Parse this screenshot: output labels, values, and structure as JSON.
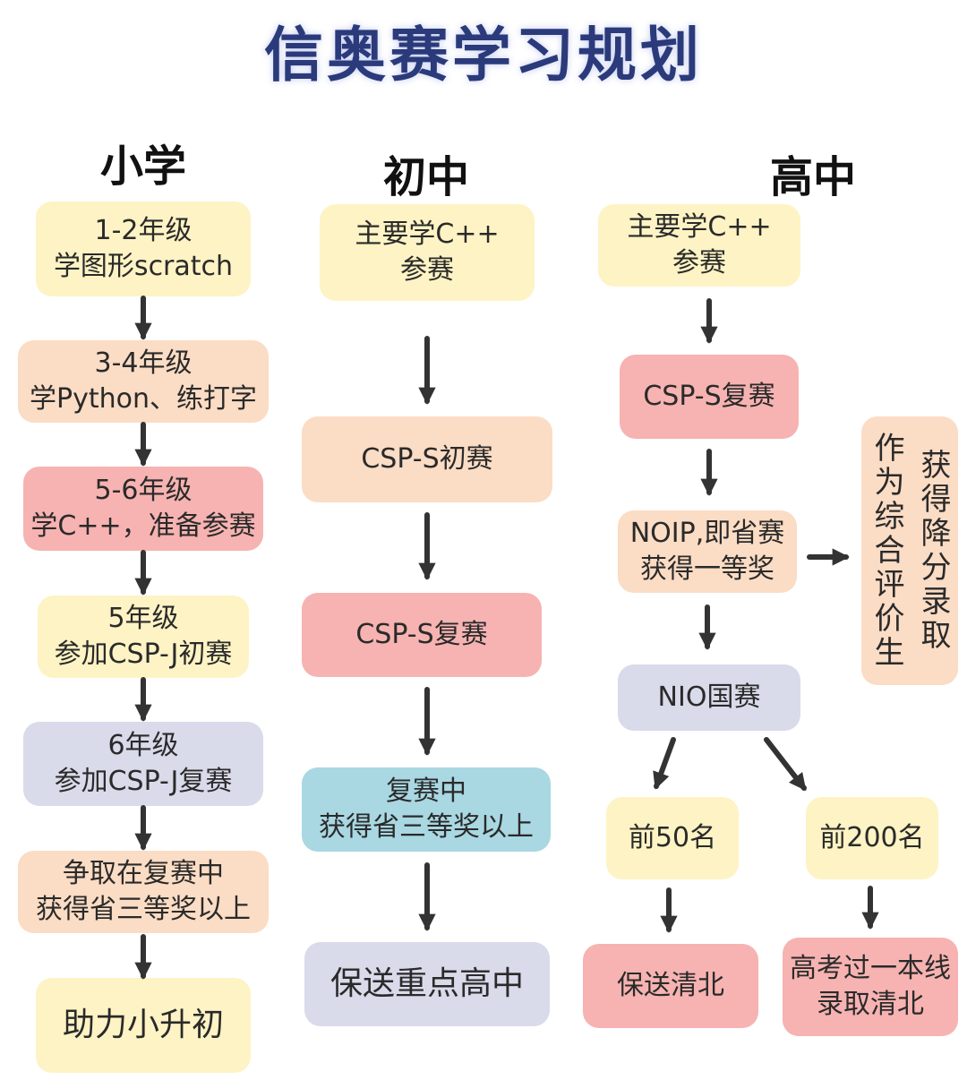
{
  "title": "信奥赛学习规划",
  "columns": {
    "primary": "小学",
    "middle": "初中",
    "high": "高中"
  },
  "primary": [
    {
      "l1": "1-2年级",
      "l2": "学图形scratch"
    },
    {
      "l1": "3-4年级",
      "l2": "学Python、练打字"
    },
    {
      "l1": "5-6年级",
      "l2": "学C++，准备参赛"
    },
    {
      "l1": "5年级",
      "l2": "参加CSP-J初赛"
    },
    {
      "l1": "6年级",
      "l2": "参加CSP-J复赛"
    },
    {
      "l1": "争取在复赛中",
      "l2": "获得省三等奖以上"
    },
    {
      "l1": "助力小升初"
    }
  ],
  "middle": [
    {
      "l1": "主要学C++",
      "l2": "参赛"
    },
    {
      "l1": "CSP-S初赛"
    },
    {
      "l1": "CSP-S复赛"
    },
    {
      "l1": "复赛中",
      "l2": "获得省三等奖以上"
    },
    {
      "l1": "保送重点高中"
    }
  ],
  "high": {
    "study": {
      "l1": "主要学C++",
      "l2": "参赛"
    },
    "csps": "CSP-S复赛",
    "noip": {
      "l1": "NOIP,即省赛",
      "l2": "获得一等奖"
    },
    "side": {
      "c1": "作为综合评价生",
      "c2": "获得降分录取"
    },
    "nio": "NIO国赛",
    "top50": "前50名",
    "top200": "前200名",
    "result50": "保送清北",
    "result200": {
      "l1": "高考过一本线",
      "l2": "录取清北"
    }
  },
  "colors": {
    "title": "#2b3a7a",
    "yellow": "#fdf3c4",
    "peach": "#fbdcc4",
    "red": "#f6b3b1",
    "lavender": "#d9daea",
    "blue": "#a9d7e2",
    "arrow": "#333333"
  }
}
